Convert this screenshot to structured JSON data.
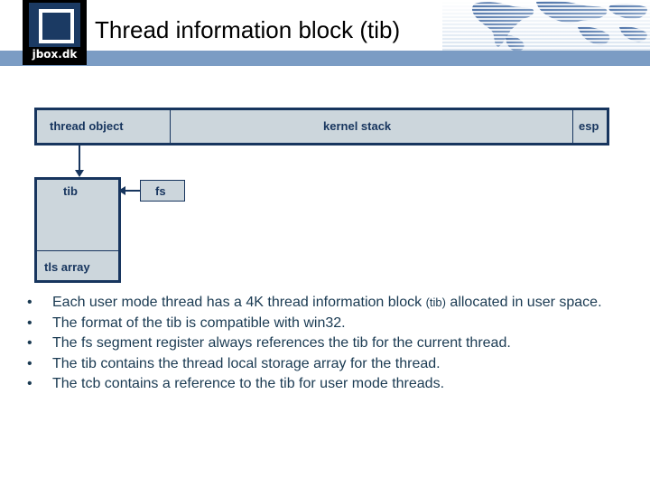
{
  "slide": {
    "title": "Thread information block (tib)",
    "logo_text": "jbox.dk",
    "header_bar_color": "#7b9cc4",
    "title_color": "#000000",
    "body_text_color": "#1a3a52",
    "diagram_fill_color": "#ccd6dc",
    "diagram_stroke_color": "#17355e"
  },
  "diagram": {
    "memory_bar": {
      "segments": [
        {
          "label": "thread object"
        },
        {
          "label": "kernel stack"
        },
        {
          "label": "esp"
        }
      ]
    },
    "tib_block": {
      "title": "tib",
      "sub_label": "tls array"
    },
    "fs_register": {
      "label": "fs"
    },
    "arrows": [
      {
        "name": "thread-object-to-tib",
        "direction": "down"
      },
      {
        "name": "fs-to-tib",
        "direction": "left"
      }
    ]
  },
  "bullets": [
    {
      "mark": "•",
      "text_before": "Each user mode thread has a 4K thread information block ",
      "small": "(tib)",
      "text_after": " allocated in user space."
    },
    {
      "mark": "•",
      "text_before": "The format of the tib is compatible with win32.",
      "small": "",
      "text_after": ""
    },
    {
      "mark": "•",
      "text_before": "The fs segment register always references the tib for the current thread.",
      "small": "",
      "text_after": ""
    },
    {
      "mark": "•",
      "text_before": "The tib contains the thread local storage array for the thread.",
      "small": "",
      "text_after": ""
    },
    {
      "mark": "•",
      "text_before": "The tcb contains a reference to the tib for user mode threads.",
      "small": "",
      "text_after": ""
    }
  ]
}
